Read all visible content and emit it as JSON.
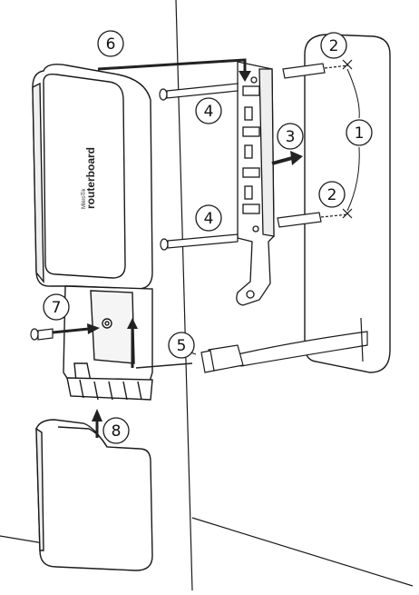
{
  "brand": {
    "logo_text": "routerboard",
    "logo_small_text": "MikroTik"
  },
  "steps": [
    {
      "id": "step-1",
      "label": "1"
    },
    {
      "id": "step-2a",
      "label": "2"
    },
    {
      "id": "step-2b",
      "label": "2"
    },
    {
      "id": "step-3",
      "label": "3"
    },
    {
      "id": "step-4a",
      "label": "4"
    },
    {
      "id": "step-4b",
      "label": "4"
    },
    {
      "id": "step-5",
      "label": "5"
    },
    {
      "id": "step-6",
      "label": "6"
    },
    {
      "id": "step-7",
      "label": "7"
    },
    {
      "id": "step-8",
      "label": "8"
    }
  ],
  "colors": {
    "line": "#1a1a1a",
    "arrow": "#222222",
    "fill": "#ffffff"
  }
}
